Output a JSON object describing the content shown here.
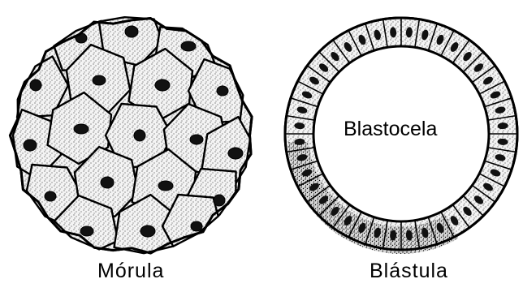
{
  "labels": {
    "morula": "Mórula",
    "blastula": "Blástula",
    "blastocele": "Blastocela"
  },
  "colors": {
    "ink": "#000000",
    "paper": "#ffffff",
    "cell_fill": "#f3f3f3",
    "nucleus": "#111111"
  },
  "icons": {
    "morula": "morula-cell-cluster-illustration",
    "blastula": "blastula-hollow-sphere-illustration"
  }
}
